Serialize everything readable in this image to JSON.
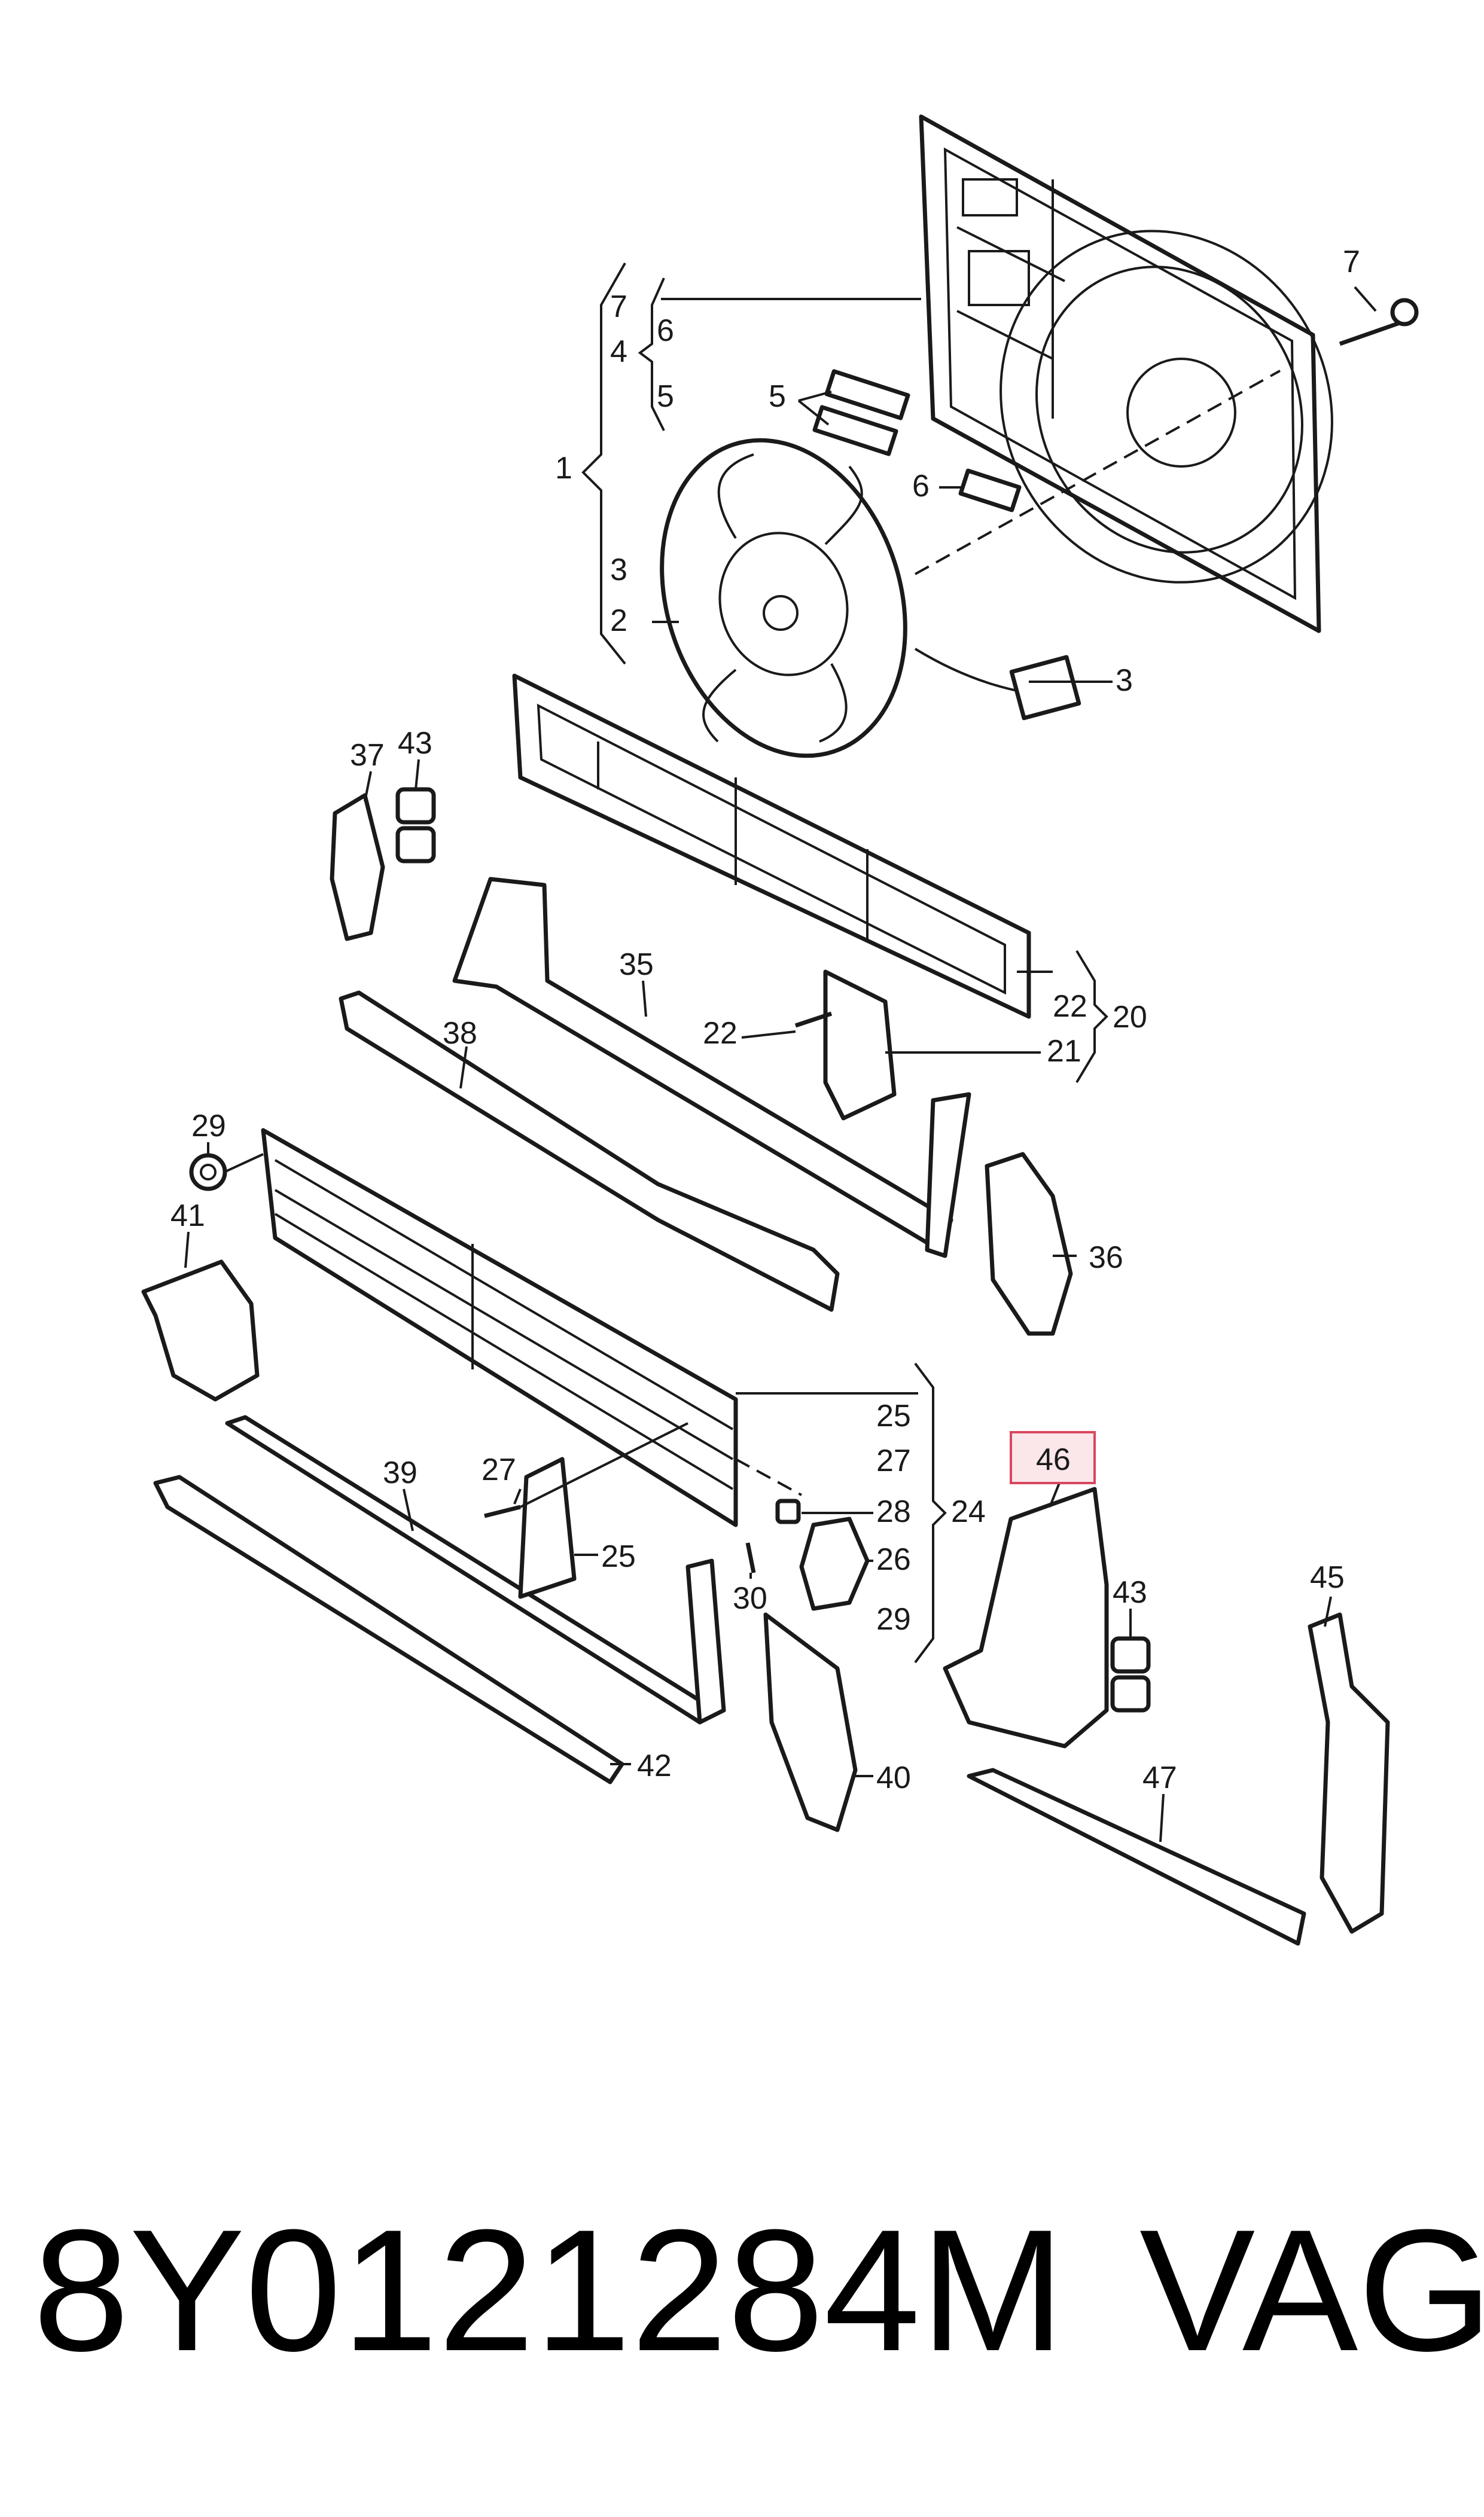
{
  "callouts": {
    "c1": "1",
    "c2": "2",
    "c3a": "3",
    "c3b": "3",
    "c4": "4",
    "c5a": "5",
    "c5b": "5",
    "c6a": "6",
    "c6b": "6",
    "c7a": "7",
    "c7b": "7",
    "c20": "20",
    "c21": "21",
    "c22a": "22",
    "c22b": "22",
    "c24": "24",
    "c25a": "25",
    "c25b": "25",
    "c26": "26",
    "c27a": "27",
    "c27b": "27",
    "c28": "28",
    "c29a": "29",
    "c29b": "29",
    "c30": "30",
    "c35": "35",
    "c36": "36",
    "c37": "37",
    "c38": "38",
    "c39": "39",
    "c40": "40",
    "c41": "41",
    "c42": "42",
    "c43a": "43",
    "c43b": "43",
    "c45": "45",
    "c46": "46",
    "c47": "47"
  },
  "highlight": {
    "part": "46",
    "color": "#d9475f"
  },
  "footer": {
    "part_number": "8Y0121284M",
    "brand": "VAG"
  }
}
